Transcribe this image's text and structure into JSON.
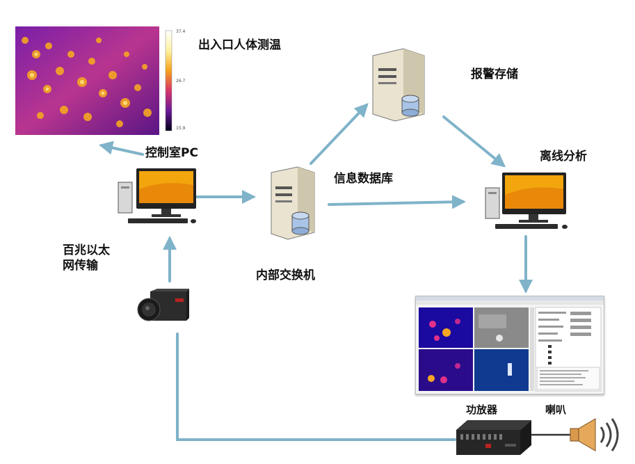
{
  "labels": {
    "thermal_title": "出入口人体测温",
    "control_pc": "控制室PC",
    "database": "信息数据库",
    "alarm_storage": "报警存储",
    "offline_analysis": "离线分析",
    "ethernet": "百兆以太\n网传输",
    "switch": "内部交换机",
    "amplifier": "功放器",
    "speaker": "喇叭"
  },
  "thermal_scale": {
    "max": "37.4",
    "mid": "26.7",
    "min": "15.9"
  },
  "colors": {
    "arrow": "#7fb3c9",
    "monitor_screen": "#f2a50c",
    "server_body": "#e9e3cf",
    "db_cylinder": "#a9c4e6"
  }
}
